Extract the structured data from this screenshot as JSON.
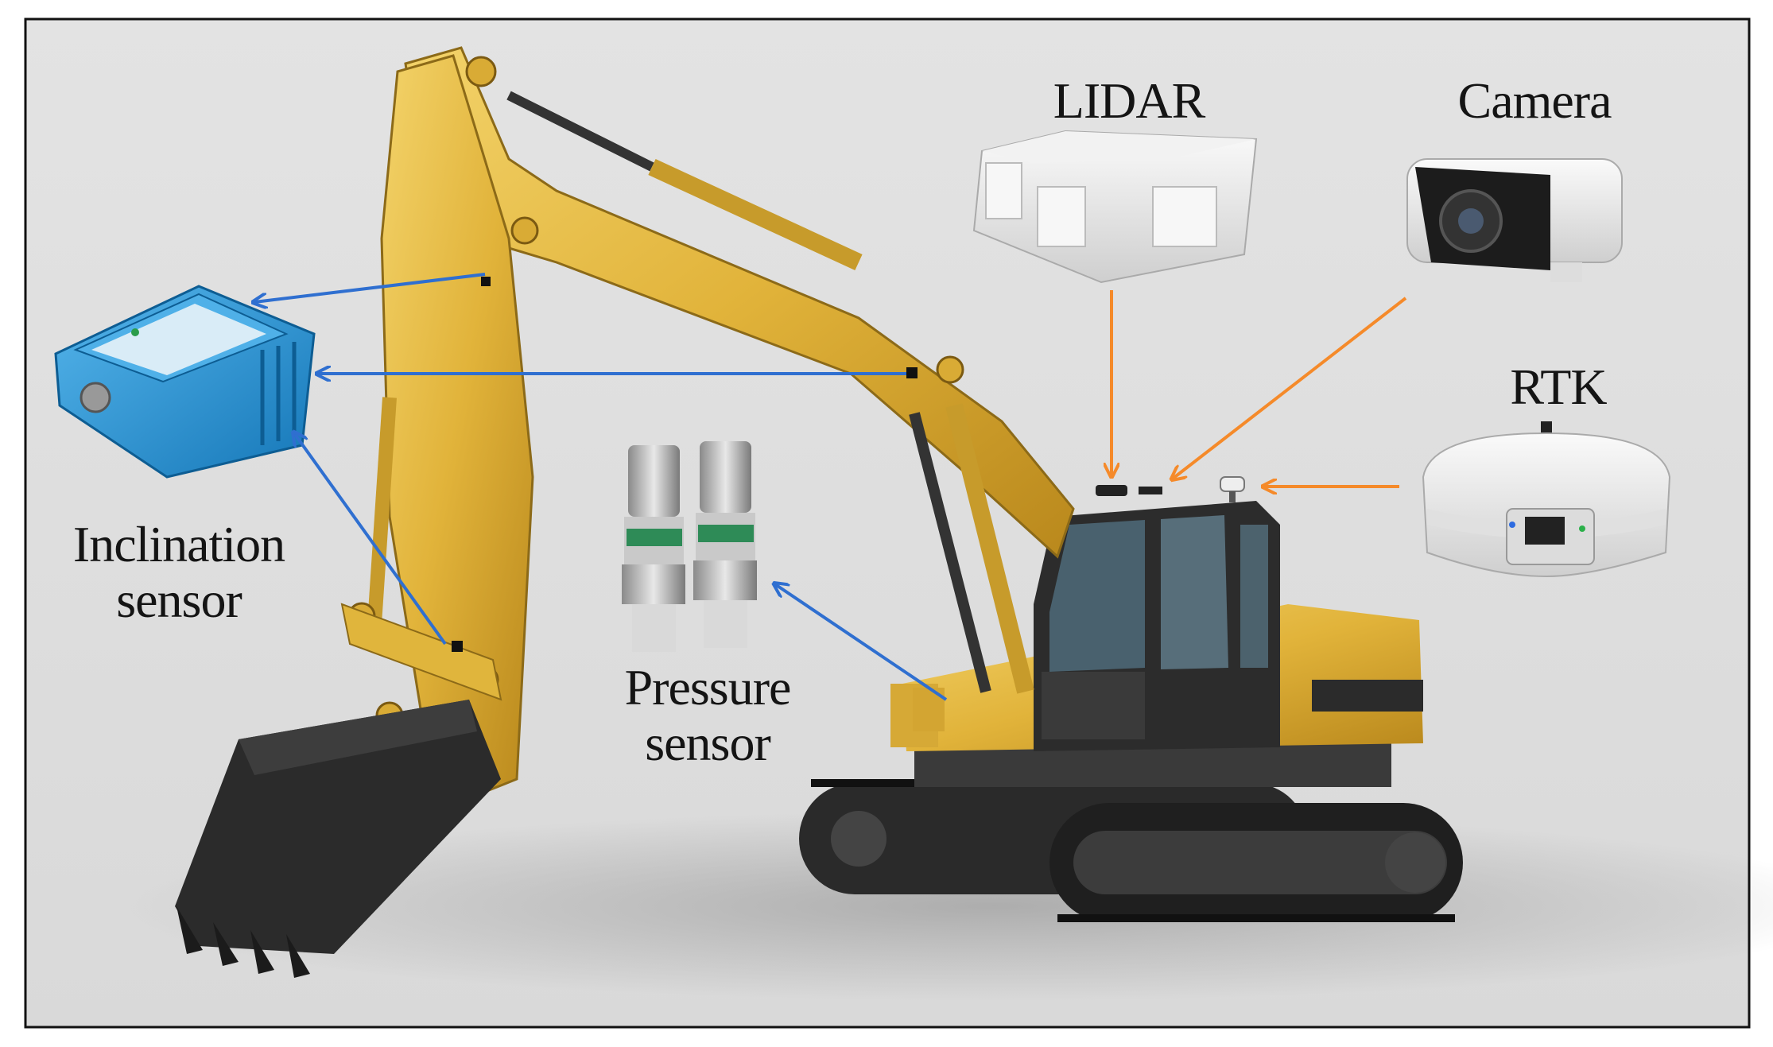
{
  "labels": {
    "lidar": "LIDAR",
    "camera": "Camera",
    "rtk": "RTK",
    "inclination_line1": "Inclination",
    "inclination_line2": "sensor",
    "pressure_line1": "Pressure",
    "pressure_line2": "sensor"
  },
  "colors": {
    "background": "#dedede",
    "frame": "#111111",
    "excavator_body": "#e3b83e",
    "sensor_blue": "#2396d6",
    "arrow_blue": "#2f6fd0",
    "arrow_orange": "#f58a2a"
  }
}
